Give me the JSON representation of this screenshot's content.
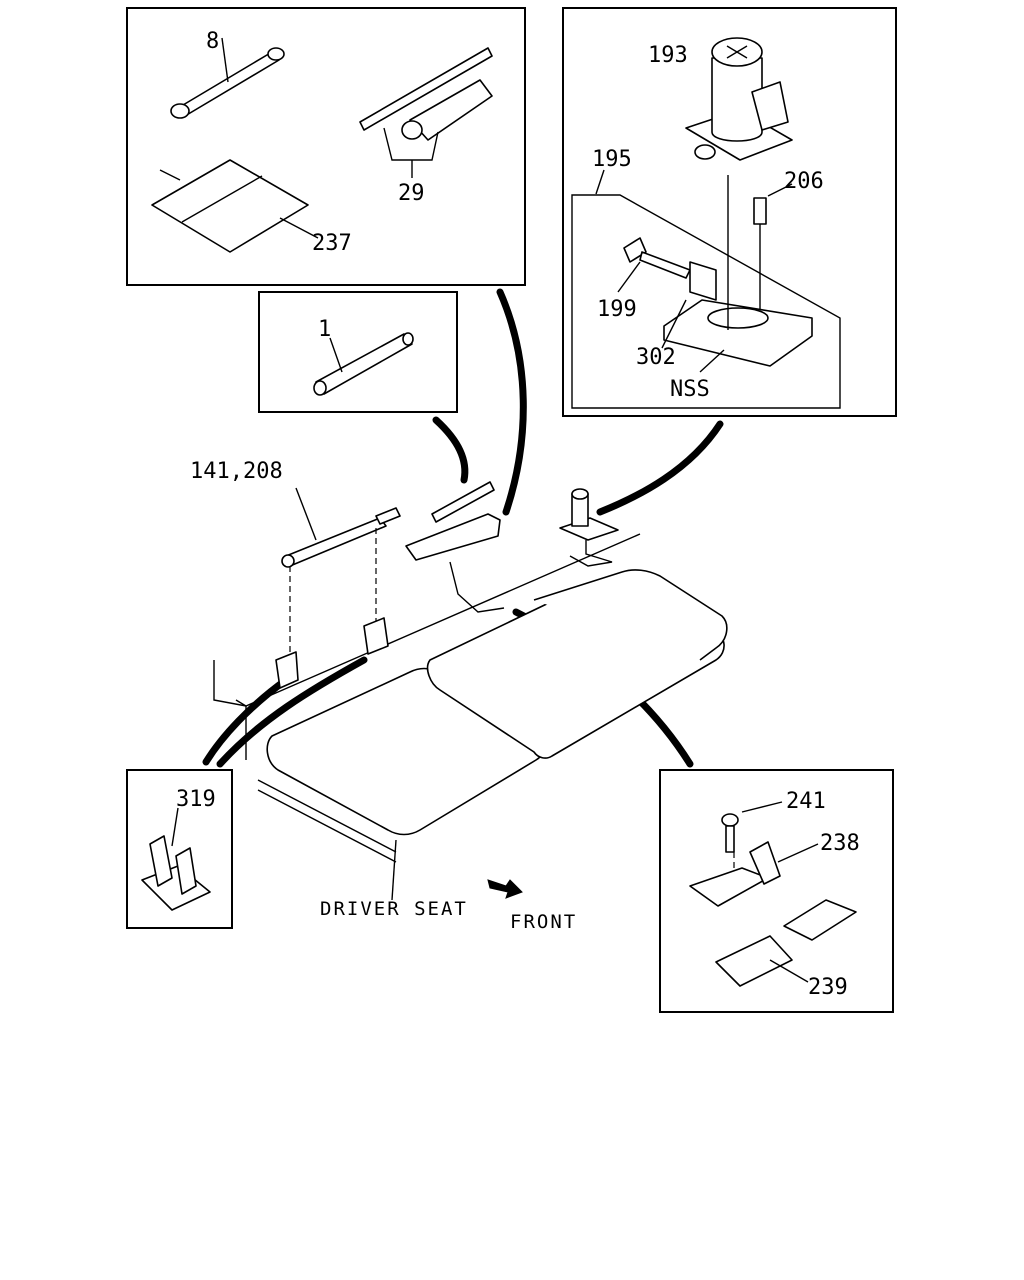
{
  "labels": {
    "p8": "8",
    "p29": "29",
    "p237": "237",
    "p193": "193",
    "p195": "195",
    "p206": "206",
    "p199": "199",
    "p302": "302",
    "nss": "NSS",
    "p1": "1",
    "p141_208": "141,208",
    "p319": "319",
    "driver_seat": "DRIVER SEAT",
    "front": "FRONT",
    "p241": "241",
    "p238": "238",
    "p239": "239"
  },
  "colors": {
    "ink": "#000000",
    "paper": "#ffffff"
  }
}
